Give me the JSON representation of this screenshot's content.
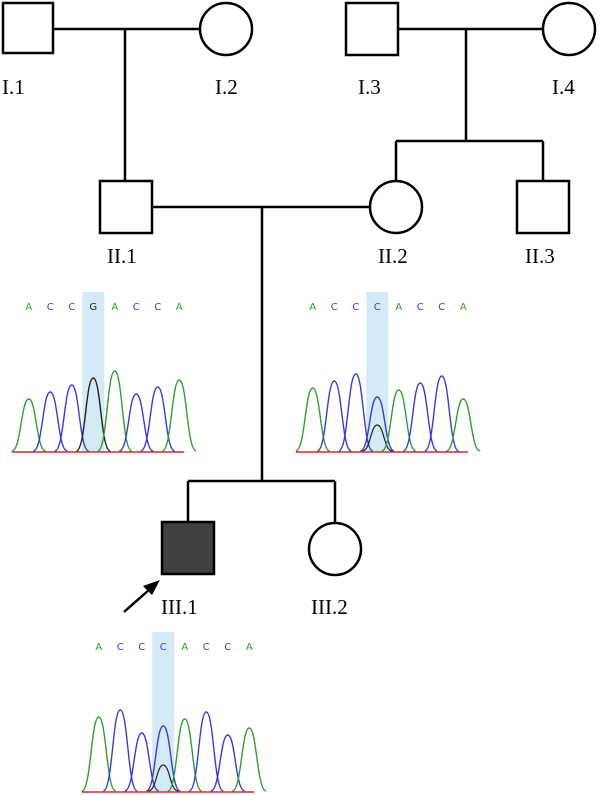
{
  "pedigree": {
    "individuals": [
      {
        "id": "I.1",
        "label": "I.1",
        "sex": "male",
        "affected": false
      },
      {
        "id": "I.2",
        "label": "I.2",
        "sex": "female",
        "affected": false
      },
      {
        "id": "I.3",
        "label": "I.3",
        "sex": "male",
        "affected": false
      },
      {
        "id": "I.4",
        "label": "I.4",
        "sex": "female",
        "affected": false
      },
      {
        "id": "II.1",
        "label": "II.1",
        "sex": "male",
        "affected": false
      },
      {
        "id": "II.2",
        "label": "II.2",
        "sex": "female",
        "affected": false
      },
      {
        "id": "II.3",
        "label": "II.3",
        "sex": "male",
        "affected": false
      },
      {
        "id": "III.1",
        "label": "III.1",
        "sex": "male",
        "affected": true,
        "proband": true
      },
      {
        "id": "III.2",
        "label": "III.2",
        "sex": "female",
        "affected": false
      }
    ],
    "colors": {
      "line": "#000000",
      "affected_fill": "#404040",
      "highlight": "#cde6f5"
    }
  },
  "chromatograms": [
    {
      "id": "II.1",
      "bases": [
        "A",
        "C",
        "C",
        "G",
        "A",
        "C",
        "C",
        "A"
      ],
      "highlight_index": 3
    },
    {
      "id": "II.2",
      "bases": [
        "A",
        "C",
        "C",
        "C",
        "A",
        "C",
        "C",
        "A"
      ],
      "highlight_index": 3
    },
    {
      "id": "III.1",
      "bases": [
        "A",
        "C",
        "C",
        "C",
        "A",
        "C",
        "C",
        "A"
      ],
      "highlight_index": 3
    }
  ],
  "base_colors": {
    "A": "#2ea02e",
    "C": "#3a3adb",
    "G": "#222222",
    "T": "#d62728"
  }
}
